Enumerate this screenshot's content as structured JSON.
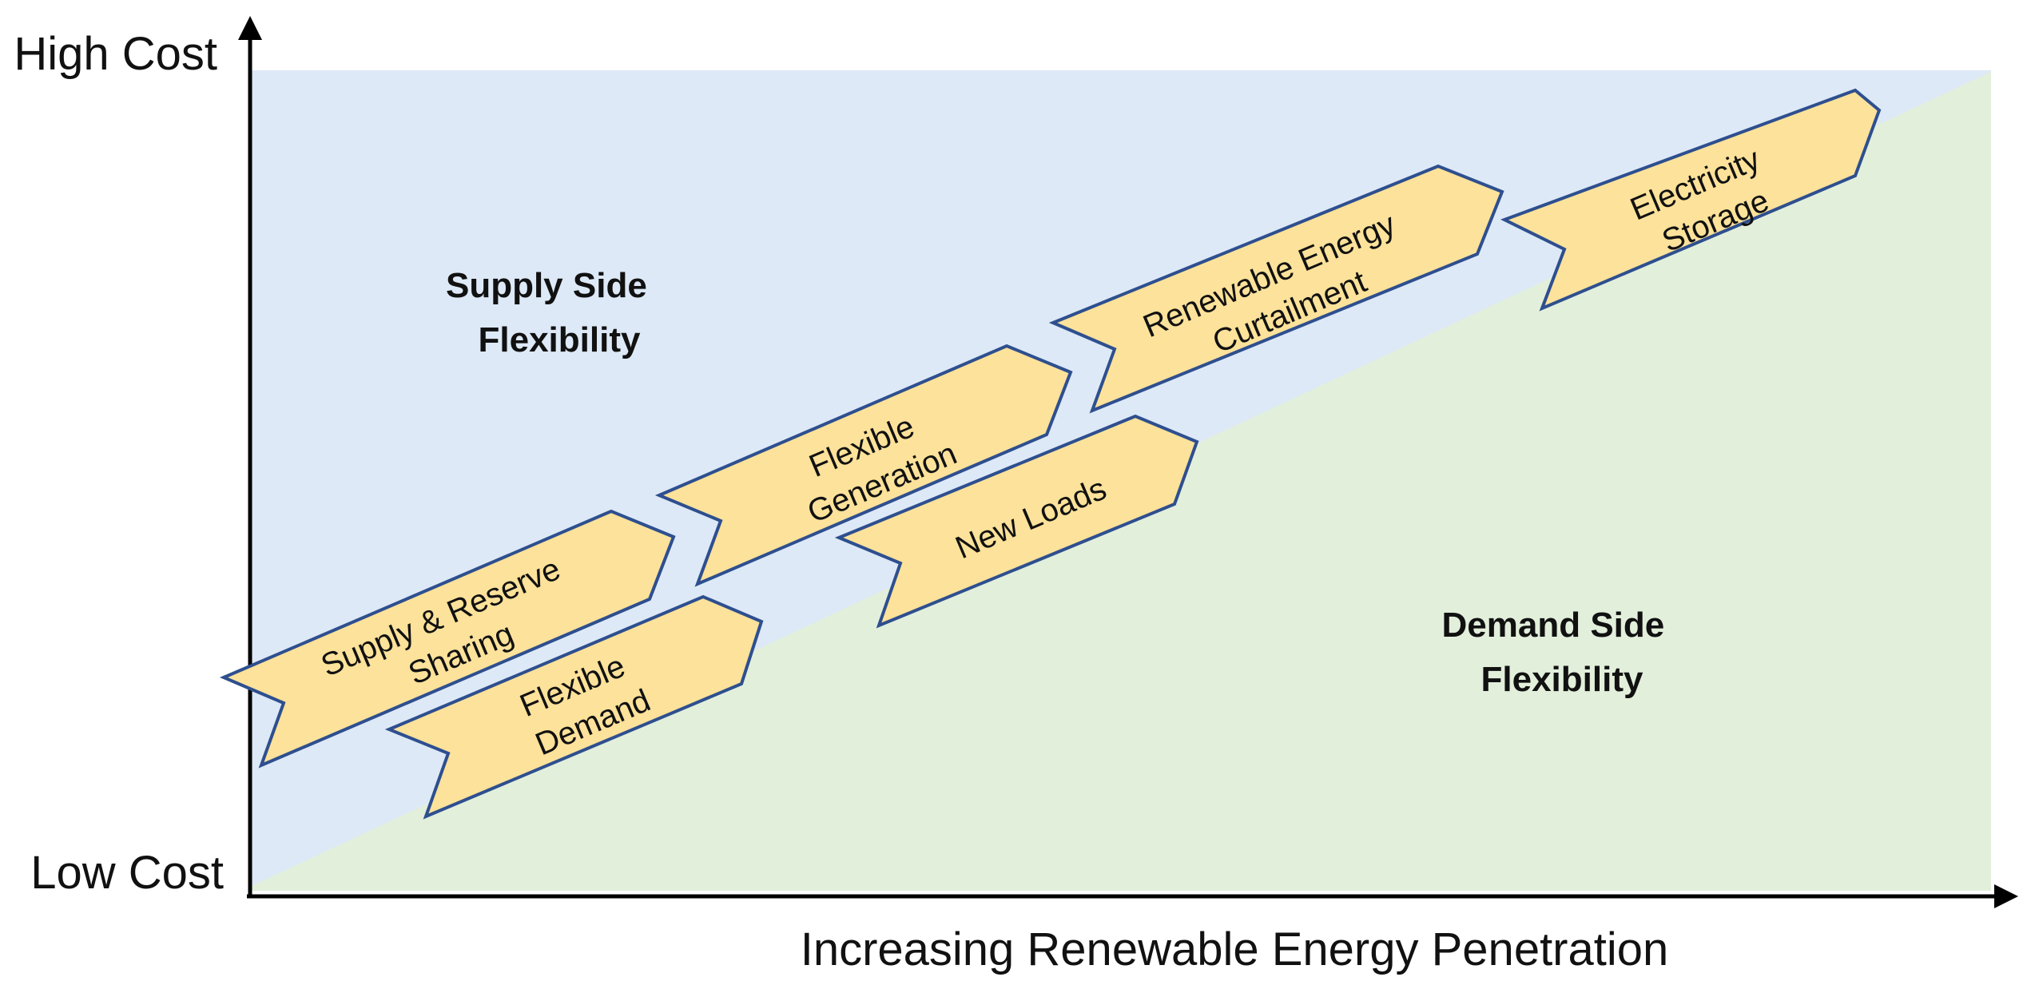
{
  "axis": {
    "y_high_label": "High Cost",
    "y_low_label": "Low Cost",
    "x_label": "Increasing Renewable Energy Penetration"
  },
  "regions": {
    "supply": {
      "line1": "Supply Side",
      "line2": "Flexibility"
    },
    "demand": {
      "line1": "Demand Side",
      "line2": "Flexibility"
    }
  },
  "options": {
    "supply_reserve": {
      "line1": "Supply & Reserve",
      "line2": "Sharing"
    },
    "flexible_demand": {
      "line1": "Flexible",
      "line2": "Demand"
    },
    "flexible_generation": {
      "line1": "Flexible",
      "line2": "Generation"
    },
    "new_loads": {
      "line1": "New Loads",
      "line2": ""
    },
    "curtailment": {
      "line1": "Renewable Energy",
      "line2": "Curtailment"
    },
    "storage": {
      "line1": "Electricity",
      "line2": "Storage"
    }
  },
  "colors": {
    "supply_region": "#dde9f6",
    "demand_region": "#e2efdb",
    "chevron_fill": "#fce29a",
    "chevron_stroke": "#2e4f8f",
    "axis": "#000000"
  }
}
